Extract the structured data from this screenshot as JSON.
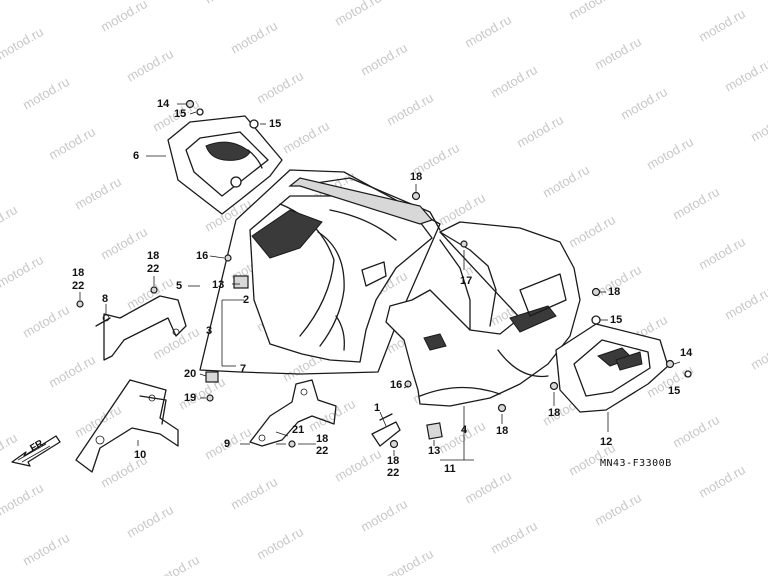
{
  "watermark": {
    "text": "motod.ru",
    "color": "#c8c8c8"
  },
  "diagram_code": "MN43-F3300B",
  "direction_label": "FR.",
  "callouts": {
    "c1": "1",
    "c2": "2",
    "c3": "3",
    "c4": "4",
    "c5": "5",
    "c6": "6",
    "c7": "7",
    "c8": "8",
    "c9": "9",
    "c10": "10",
    "c11": "11",
    "c12": "12",
    "c13a": "13",
    "c13b": "13",
    "c14a": "14",
    "c14b": "14",
    "c15a": "15",
    "c15b": "15",
    "c15c": "15",
    "c15d": "15",
    "c16a": "16",
    "c16b": "16",
    "c17": "17",
    "c18a": "18",
    "c18b": "18",
    "c18c": "18",
    "c18d": "18",
    "c18e": "18",
    "c18f": "18",
    "c18g": "18",
    "c18h": "18",
    "c19": "19",
    "c20": "20",
    "c21": "21",
    "c22a": "22",
    "c22b": "22",
    "c22c": "22",
    "c22d": "22"
  }
}
